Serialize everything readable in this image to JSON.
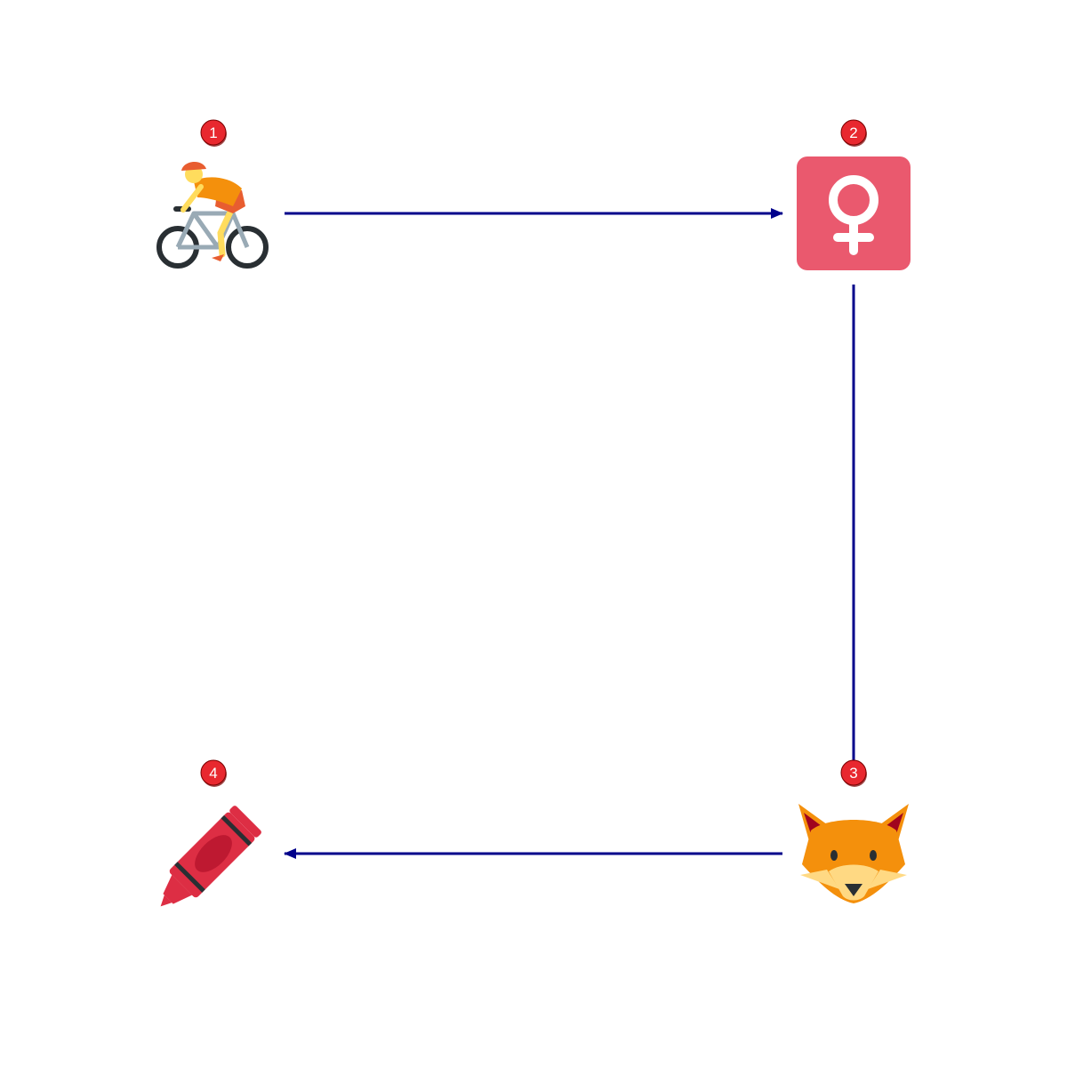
{
  "diagram": {
    "nodes": [
      {
        "id": "node-1",
        "number": "1",
        "icon": "bicyclist-icon",
        "colors": {
          "bike": "#292F33",
          "frame": "#99AAB5",
          "jersey": "#F4900C",
          "helmet": "#E85D30",
          "skin": "#FFDC5D"
        }
      },
      {
        "id": "node-2",
        "number": "2",
        "icon": "female-sign-icon",
        "colors": {
          "tile": "#EA596E",
          "symbol": "#FFFFFF"
        }
      },
      {
        "id": "node-3",
        "number": "3",
        "icon": "fox-face-icon",
        "colors": {
          "fur": "#F4900C",
          "ear_inner": "#A0041E",
          "muzzle": "#FFD983",
          "nose": "#292F33"
        }
      },
      {
        "id": "node-4",
        "number": "4",
        "icon": "crayon-icon",
        "colors": {
          "body": "#DD2E44",
          "stripe": "#292F33",
          "label": "#BE1931"
        }
      }
    ],
    "edges": [
      {
        "from": "1",
        "to": "2"
      },
      {
        "from": "2",
        "to": "3"
      },
      {
        "from": "3",
        "to": "4"
      }
    ],
    "colors": {
      "edge": "#00008B",
      "badge_fill": "#E8282F",
      "badge_stroke": "#7A0000",
      "badge_text": "#FFFFFF"
    }
  }
}
